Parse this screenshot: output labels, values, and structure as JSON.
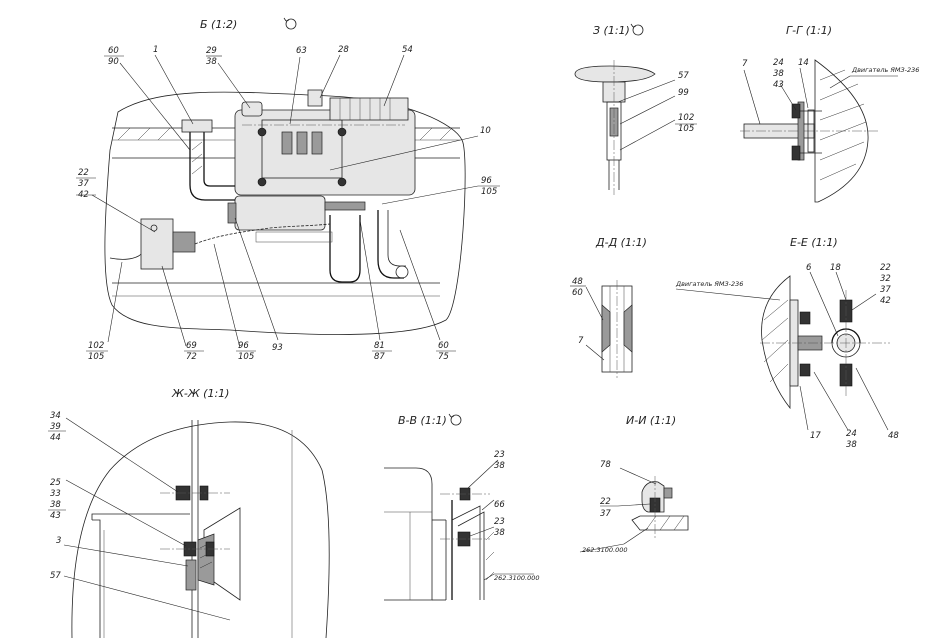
{
  "views": {
    "b": {
      "title": "Б (1:2)",
      "rotate_icon": "rotate-icon"
    },
    "z": {
      "title": "З (1:1)",
      "rotate_icon": "rotate-icon"
    },
    "g": {
      "title": "Г-Г (1:1)",
      "engine_note": "Двигатель ЯМЗ-236"
    },
    "d": {
      "title": "Д-Д (1:1)"
    },
    "e": {
      "title": "Е-Е (1:1)",
      "engine_note": "Двигатель ЯМЗ-236"
    },
    "zh": {
      "title": "Ж-Ж (1:1)"
    },
    "v": {
      "title": "В-В (1:1)",
      "rotate_icon": "rotate-icon",
      "part_ref": "262.3100.000"
    },
    "i": {
      "title": "И-И (1:1)",
      "part_ref": "262.3100.000"
    }
  },
  "labels": {
    "b_60": "60",
    "b_90": "90",
    "b_1": "1",
    "b_29": "29",
    "b_38": "38",
    "b_63": "63",
    "b_28": "28",
    "b_54": "54",
    "b_10": "10",
    "b_96": "96",
    "b_105": "105",
    "b_22": "22",
    "b_37": "37",
    "b_42": "42",
    "b_102": "102",
    "b_105b": "105",
    "b_69": "69",
    "b_72": "72",
    "b_96b": "96",
    "b_105c": "105",
    "b_93": "93",
    "b_81": "81",
    "b_87": "87",
    "b_60b": "60",
    "b_75": "75",
    "z_57": "57",
    "z_99": "99",
    "z_102": "102",
    "z_105": "105",
    "g_7": "7",
    "g_24": "24",
    "g_38": "38",
    "g_43": "43",
    "g_14": "14",
    "d_48": "48",
    "d_60": "60",
    "d_7": "7",
    "e_6": "6",
    "e_18": "18",
    "e_22": "22",
    "e_32": "32",
    "e_37": "37",
    "e_42": "42",
    "e_17": "17",
    "e_24": "24",
    "e_38": "38",
    "e_48": "48",
    "zh_34": "34",
    "zh_39": "39",
    "zh_44": "44",
    "zh_25": "25",
    "zh_33": "33",
    "zh_38": "38",
    "zh_43": "43",
    "zh_3": "3",
    "zh_57": "57",
    "v_23": "23",
    "v_38": "38",
    "v_66": "66",
    "v_23b": "23",
    "v_38b": "38",
    "i_78": "78",
    "i_22": "22",
    "i_37": "37"
  }
}
